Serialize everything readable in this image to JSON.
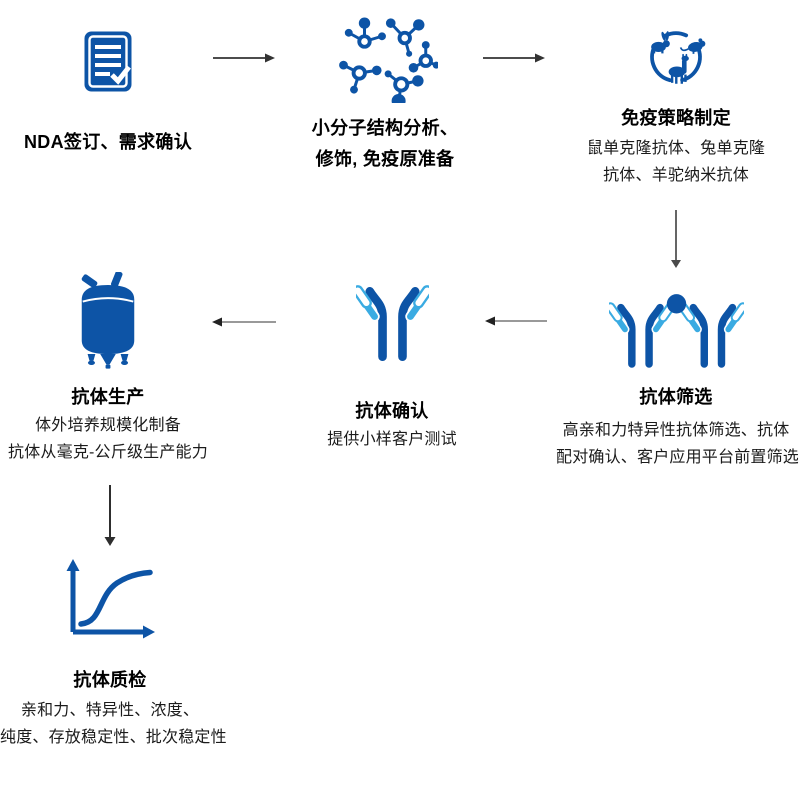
{
  "page": {
    "title": "抗体服务流程图",
    "background": "#ffffff"
  },
  "colors": {
    "primary_blue": "#0d54a6",
    "light_blue": "#3aabe2",
    "arrow_dark": "#333333",
    "arrow_gray": "#999999",
    "text_black": "#000000"
  },
  "flow": {
    "steps": [
      {
        "id": "nda",
        "icon": "document-check-icon",
        "title_lines": [
          "NDA签订、需求确认"
        ],
        "detail_lines": []
      },
      {
        "id": "antigen-prep",
        "icon": "molecules-icon",
        "title_lines": [
          "小分子结构分析、",
          "修饰, 免疫原准备"
        ],
        "detail_lines": []
      },
      {
        "id": "immunization",
        "icon": "animals-cycle-icon",
        "title_lines": [
          "免疫策略制定"
        ],
        "detail_lines": [
          "鼠单克隆抗体、兔单克隆",
          "抗体、羊驼纳米抗体"
        ]
      },
      {
        "id": "screening",
        "icon": "antibody-antigen-binding-icon",
        "title_lines": [
          "抗体筛选"
        ],
        "detail_lines": [
          "高亲和力特异性抗体筛选、抗体",
          "配对确认、客户应用平台前置筛选"
        ]
      },
      {
        "id": "confirmation",
        "icon": "antibody-icon",
        "title_lines": [
          "抗体确认"
        ],
        "detail_lines": [
          "提供小样客户测试"
        ]
      },
      {
        "id": "production",
        "icon": "bioreactor-icon",
        "title_lines": [
          "抗体生产"
        ],
        "detail_lines": [
          "体外培养规模化制备",
          "抗体从毫克-公斤级生产能力"
        ]
      },
      {
        "id": "qc",
        "icon": "sigmoid-curve-chart-icon",
        "title_lines": [
          "抗体质检"
        ],
        "detail_lines": [
          "亲和力、特异性、浓度、",
          "纯度、存放稳定性、批次稳定性"
        ]
      }
    ],
    "arrows": [
      {
        "from": "nda",
        "to": "antigen-prep",
        "direction": "right"
      },
      {
        "from": "antigen-prep",
        "to": "immunization",
        "direction": "right"
      },
      {
        "from": "immunization",
        "to": "screening",
        "direction": "down"
      },
      {
        "from": "screening",
        "to": "confirmation",
        "direction": "left"
      },
      {
        "from": "confirmation",
        "to": "production",
        "direction": "left"
      },
      {
        "from": "production",
        "to": "qc",
        "direction": "down"
      }
    ]
  }
}
